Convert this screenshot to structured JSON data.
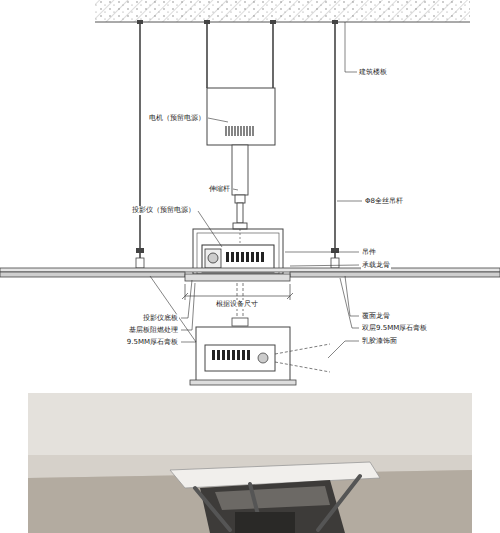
{
  "diagram": {
    "labels": [
      "建筑楼板",
      "电机（预留电源）",
      "伸缩杆",
      "Φ8全丝吊杆",
      "投影仪（预留电源）",
      "吊件",
      "承载龙骨",
      "根据设备尺寸",
      "投影仪底板",
      "基层板阻燃处理",
      "9.5MM厚石膏板",
      "覆面龙骨",
      "双层9.5MM厚石膏板",
      "乳胶漆饰面"
    ]
  }
}
